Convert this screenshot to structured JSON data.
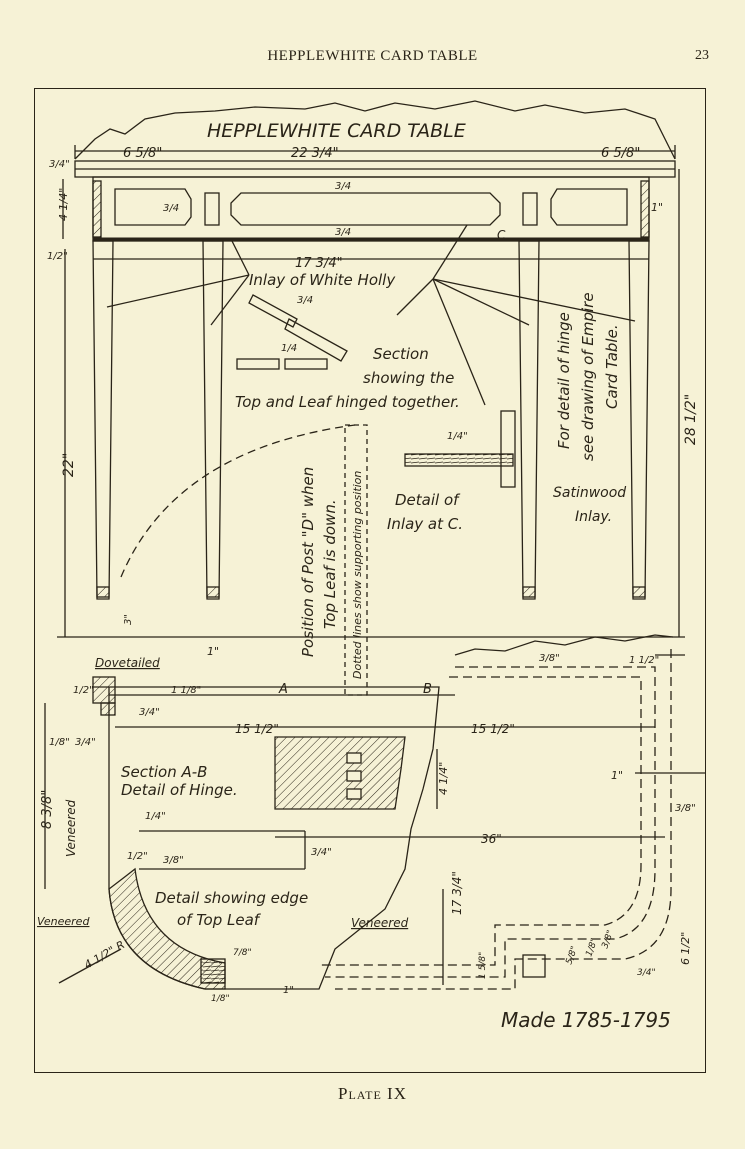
{
  "page": {
    "running_head": "HEPPLEWHITE CARD TABLE",
    "page_number": "23",
    "caption": "Plate IX"
  },
  "drawing": {
    "title": "HEPPLEWHITE CARD TABLE",
    "dimensions": {
      "top_left": "6 5/8\"",
      "top_center": "22 3/4\"",
      "top_right": "6 5/8\"",
      "apron_height": "4 1/4\"",
      "top_thickness": "3/4\"",
      "panel_a": "3/4",
      "panel_b": "3/4",
      "inlay_width": "3/4",
      "bottom_band": "1/2\"",
      "rail_span": "17 3/4\"",
      "leg_height": "22\"",
      "overall_height": "28 1/2\"",
      "side_margin": "1\"",
      "hinge_leaf": "3/4",
      "hinge_drop": "1/4",
      "inlay_c": "1/4\"",
      "leg_foot": "3\"",
      "leg_gap": "1\"",
      "plan_top": "3/8\"",
      "plan_corner": "1 1/2\"",
      "plan_left_a": "1/2\"",
      "plan_left_b": "1 1/8\"",
      "plan_hinge": "3/4\"",
      "plan_left_c": "1/8\"",
      "plan_left_d": "3/4\"",
      "half_left": "15 1/2\"",
      "half_right": "15 1/2\"",
      "hinge_depth": "4 1/4\"",
      "apron_width": "1\"",
      "edge_right": "3/8\"",
      "plan_overall": "8 3/8\"",
      "edge_a": "1/4\"",
      "edge_b": "3/4\"",
      "edge_c": "1/2\"",
      "edge_d": "3/8\"",
      "total_width": "36\"",
      "total_depth": "17 3/4\"",
      "corner_r": "4 1/2\" R",
      "corner_a": "1 5/8\"",
      "corner_b": "7/8\"",
      "corner_c": "6 1/2\"",
      "corner_d": "3/4\"",
      "corner_e": "5/8\"",
      "corner_f": "1/8\"",
      "corner_g": "3/8\"",
      "bottom_a": "1/8\"",
      "bottom_b": "1\""
    },
    "labels": {
      "inlay_holly": "Inlay of White Holly",
      "section_1": "Section",
      "section_2": "showing the",
      "section_3": "Top and Leaf hinged together.",
      "hinge_detail_1": "For detail of hinge",
      "hinge_detail_2": "see drawing of Empire",
      "hinge_detail_3": "Card Table.",
      "point_c": "C.",
      "detail_c_1": "Detail of",
      "detail_c_2": "Inlay at C.",
      "satinwood_1": "Satinwood",
      "satinwood_2": "Inlay.",
      "post_d_1": "Position of Post \"D\" when",
      "post_d_2": "Top Leaf is down.",
      "dotted": "Dotted lines show supporting position",
      "dovetailed": "Dovetailed",
      "point_a": "A",
      "point_b": "B",
      "section_ab_1": "Section A-B",
      "section_ab_2": "Detail of Hinge.",
      "veneered_vertical": "Veneered",
      "edge_detail_1": "Detail showing edge",
      "edge_detail_2": "of Top Leaf",
      "veneered_left": "Veneered",
      "veneered_mid": "Veneered",
      "made": "Made 1785-1795"
    }
  }
}
